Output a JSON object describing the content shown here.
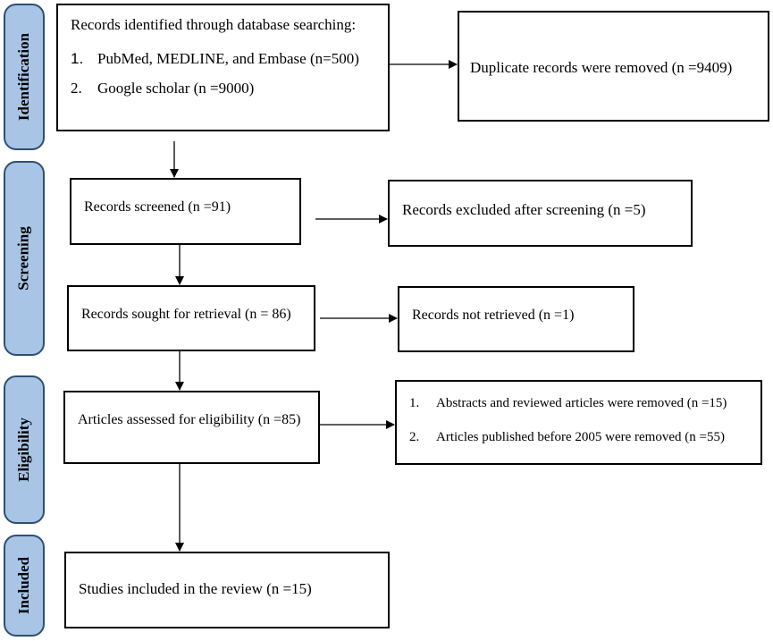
{
  "stages": {
    "identification": "Identification",
    "screening": "Screening",
    "eligibility": "Eligibility",
    "included": "Included"
  },
  "boxes": {
    "records_identified": {
      "title": "Records identified through database searching:",
      "items": [
        {
          "num": "1.",
          "text": "PubMed, MEDLINE, and Embase (n=500)"
        },
        {
          "num": "2.",
          "text": "Google scholar (n =9000)"
        }
      ]
    },
    "duplicates_removed": "Duplicate records were removed (n =9409)",
    "records_screened": "Records screened (n =91)",
    "records_excluded": "Records excluded after screening (n =5)",
    "records_sought": "Records sought for retrieval (n = 86)",
    "records_not_retrieved": "Records not retrieved (n =1)",
    "articles_assessed": "Articles assessed for eligibility (n =85)",
    "articles_removed": {
      "items": [
        {
          "num": "1.",
          "text": "Abstracts and reviewed articles were removed (n =15)"
        },
        {
          "num": "2.",
          "text": "Articles published before 2005 were removed (n =55)"
        }
      ]
    },
    "studies_included": "Studies included in the review (n =15)"
  }
}
